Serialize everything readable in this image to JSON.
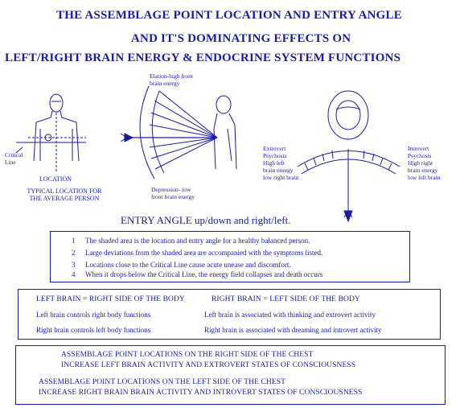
{
  "title": {
    "line1": "THE ASSEMBLAGE POINT LOCATION AND ENTRY ANGLE",
    "line2": "AND IT'S DOMINATING EFFECTS ON",
    "line3": "LEFT/RIGHT BRAIN ENERGY & ENDOCRINE SYSTEM FUNCTIONS"
  },
  "figure_left": {
    "critical_line_label": "Critical\nLine",
    "location_label": "LOCATION",
    "caption": "TYPICAL LOCATION FOR\nTHE AVERAGE PERSON"
  },
  "figure_middle": {
    "top_label": "Elation-high front\nbrain energy",
    "bottom_label": "Depression- low\nfront brain energy"
  },
  "figure_right": {
    "left_label": "Extrovert\nPsychosis\nHigh left\nbrain energy\nlow right brain",
    "right_label": "Introvert\nPsychosis\nHigh right\nbrain energy\nlow left brain"
  },
  "entry_angle_heading": "ENTRY ANGLE up/down and right/left.",
  "notes": [
    {
      "num": "1",
      "text": "The shaded area is the location and entry angle for a healthy balanced person."
    },
    {
      "num": "2",
      "text": "Large deviations from the shaded area are accompanied with the symptoms listed."
    },
    {
      "num": "3",
      "text": "Locations close to the Critical Line cause acute unease and discomfort."
    },
    {
      "num": "4",
      "text": "When it drops below the Critical Line, the energy field collapses and death occurs"
    }
  ],
  "brain_box": {
    "header_left": "LEFT BRAIN = RIGHT SIDE OF THE BODY",
    "header_right": "RIGHT BRAIN = LEFT SIDE OF THE BODY",
    "row1_left": "Left brain controls right body functions",
    "row1_right": "Left brain is associated with thinking and extrovert activity",
    "row2_left": "Right brain controls left body functions",
    "row2_right": "Right brain is associated with dreaming and introvert activity"
  },
  "bottom_box": {
    "right_chest_line1": "ASSEMBLAGE POINT LOCATIONS ON THE RIGHT SIDE OF THE CHEST",
    "right_chest_line2": "INCREASE LEFT BRAIN ACTIVITY AND EXTROVERT STATES OF CONSCIOUSNESS",
    "left_chest_line1": "ASSEMBLAGE POINT LOCATIONS ON THE LEFT SIDE OF THE CHEST",
    "left_chest_line2": "INCREASE RIGHT BRAIN BRAIN ACTIVITY AND INTROVERT STATES OF CONSCIOUSNESS"
  },
  "colors": {
    "ink": "#1a1aa6",
    "background": "#ffffff"
  }
}
